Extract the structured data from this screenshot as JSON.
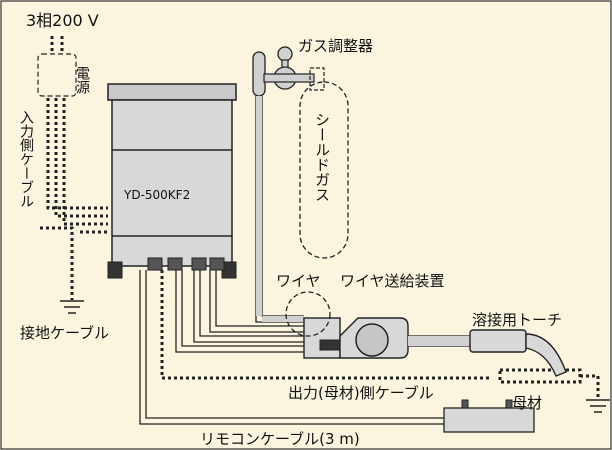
{
  "labels": {
    "power_source": "3相200 V",
    "power_supply": "電源",
    "input_cable": "入力側ケーブル",
    "gas_regulator": "ガス調整器",
    "shield_gas": "シールドガス",
    "model": "YD-500KF2",
    "wire": "ワイヤ",
    "wire_feeder": "ワイヤ送給装置",
    "torch": "溶接用トーチ",
    "ground_cable": "接地ケーブル",
    "output_cable": "出力(母材)側ケーブル",
    "base_metal": "母材",
    "remote_cable": "リモコンケーブル(3 m)"
  },
  "colors": {
    "background": "#fbf5e0",
    "machine_body": "#d8d8d8",
    "cable_fill": "#d0d0d0",
    "stroke": "#222222"
  }
}
